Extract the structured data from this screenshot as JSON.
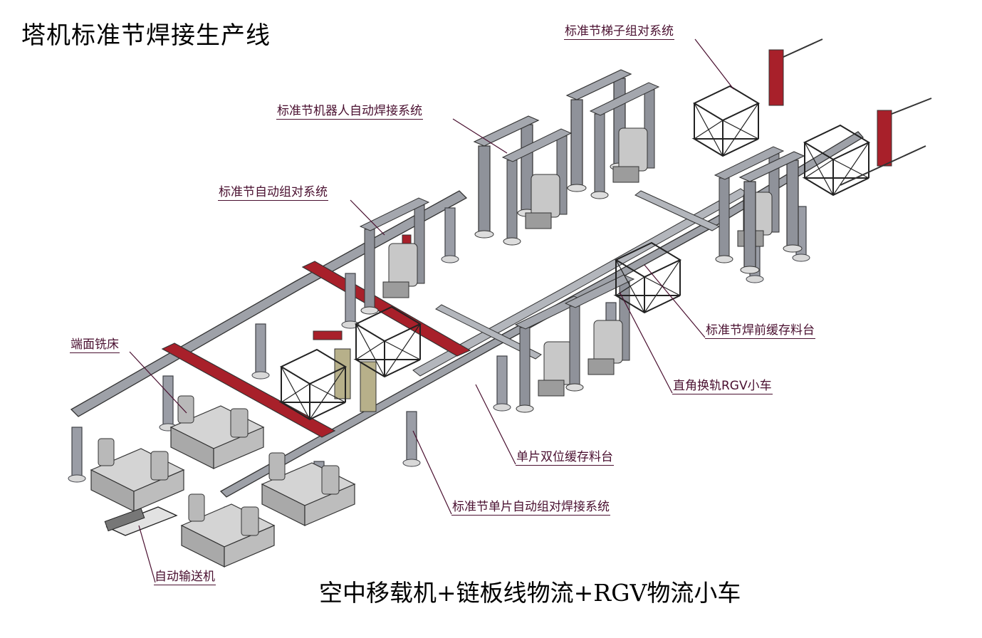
{
  "title": "塔机标准节焊接生产线",
  "subtitle": "空中移载机+链板线物流+RGV物流小车",
  "labels": {
    "ladder": "标准节梯子组对系统",
    "robot_weld": "标准节机器人自动焊接系统",
    "auto_assembly": "标准节自动组对系统",
    "face_mill": "端面铣床",
    "pre_weld_buffer": "标准节焊前缓存料台",
    "rgv_cart": "直角换轨RGV小车",
    "dual_buffer": "单片双位缓存料台",
    "single_piece_weld": "标准节单片自动组对焊接系统",
    "conveyor": "自动输送机"
  },
  "colors": {
    "frame": "#8a8d96",
    "frame_dark": "#55585f",
    "red": "#a8202a",
    "machine": "#cfcfcf",
    "leader": "#4a1030"
  }
}
